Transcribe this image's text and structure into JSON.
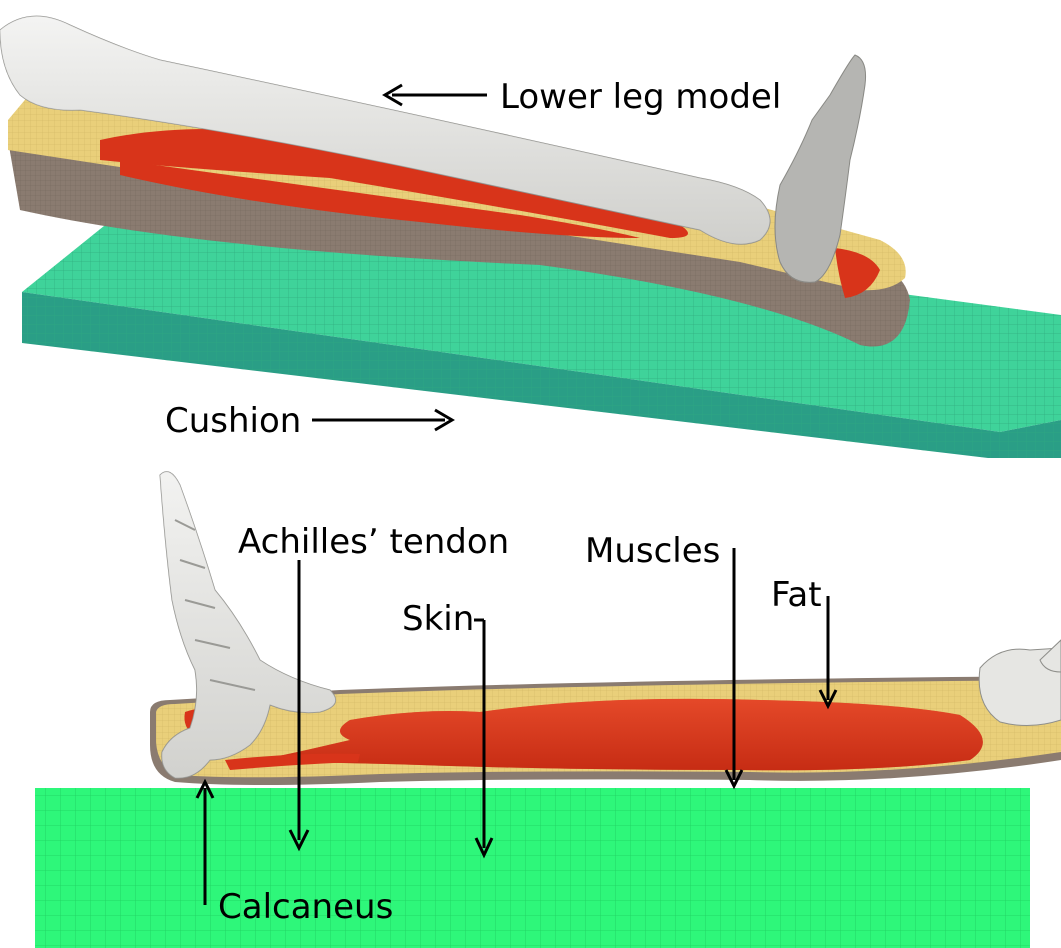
{
  "labels": {
    "lower_leg_model": "Lower leg model",
    "cushion": "Cushion",
    "achilles_tendon": "Achilles’ tendon",
    "muscles": "Muscles",
    "fat": "Fat",
    "skin": "Skin",
    "calcaneus": "Calcaneus"
  },
  "colors": {
    "cushion": "#3fd39a",
    "cushion_side": "#2a9e86",
    "cushion_bottom_panel": "#2ef77a",
    "fat": "#e9cf7a",
    "muscle": "#d8341a",
    "skin": "#8a7b70",
    "bone": "#e6e6e3"
  }
}
